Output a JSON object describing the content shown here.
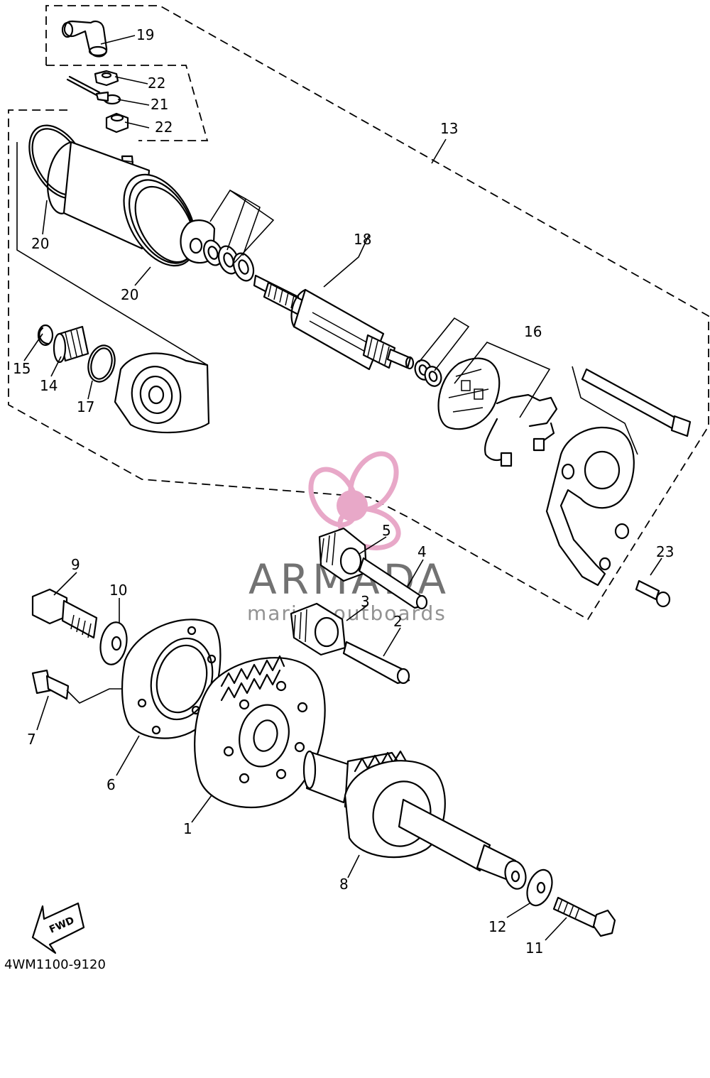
{
  "diagram": {
    "reference_code": "4WM1100-9120",
    "direction_label": "FWD",
    "callouts": {
      "p1": "1",
      "p2": "2",
      "p3": "3",
      "p4": "4",
      "p5": "5",
      "p6": "6",
      "p7": "7",
      "p8": "8",
      "p9": "9",
      "p10": "10",
      "p11": "11",
      "p12": "12",
      "p13": "13",
      "p14": "14",
      "p15": "15",
      "p16": "16",
      "p17": "17",
      "p18": "18",
      "p19": "19",
      "p20a": "20",
      "p20b": "20",
      "p21": "21",
      "p22a": "22",
      "p22b": "22",
      "p23": "23"
    }
  },
  "watermark": {
    "brand": "ARMADA",
    "tagline": "marine outboards",
    "logo_color": "#e8a8c8"
  }
}
